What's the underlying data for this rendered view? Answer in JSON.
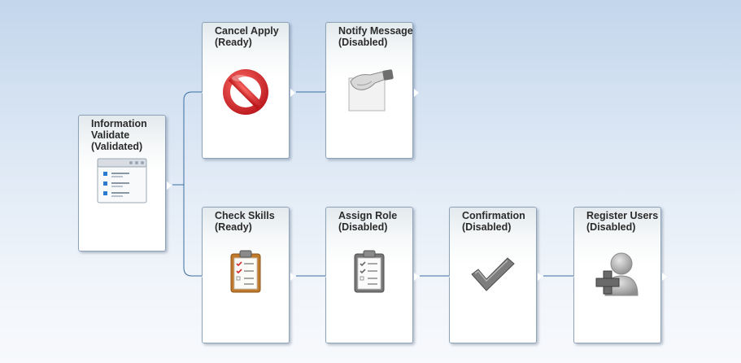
{
  "workflow": {
    "nodes": [
      {
        "id": "information-validate",
        "title_line1": "Information",
        "title_line2": "Validate",
        "status": "(Validated)",
        "icon": "form-document-icon"
      },
      {
        "id": "cancel-apply",
        "title_line1": "Cancel Apply",
        "status": "(Ready)",
        "icon": "prohibited-icon"
      },
      {
        "id": "notify-message",
        "title_line1": "Notify Message",
        "status": "(Disabled)",
        "icon": "hand-paper-icon"
      },
      {
        "id": "check-skills",
        "title_line1": "Check Skills",
        "status": "(Ready)",
        "icon": "clipboard-checklist-icon"
      },
      {
        "id": "assign-role",
        "title_line1": "Assign Role",
        "status": "(Disabled)",
        "icon": "clipboard-grey-icon"
      },
      {
        "id": "confirmation",
        "title_line1": "Confirmation",
        "status": "(Disabled)",
        "icon": "checkmark-icon"
      },
      {
        "id": "register-users",
        "title_line1": "Register Users",
        "status": "(Disabled)",
        "icon": "add-user-icon"
      }
    ],
    "colors": {
      "connector": "#3a6ea0",
      "node_border": "#8fa3b8",
      "prohibited_red": "#d0282b"
    }
  }
}
